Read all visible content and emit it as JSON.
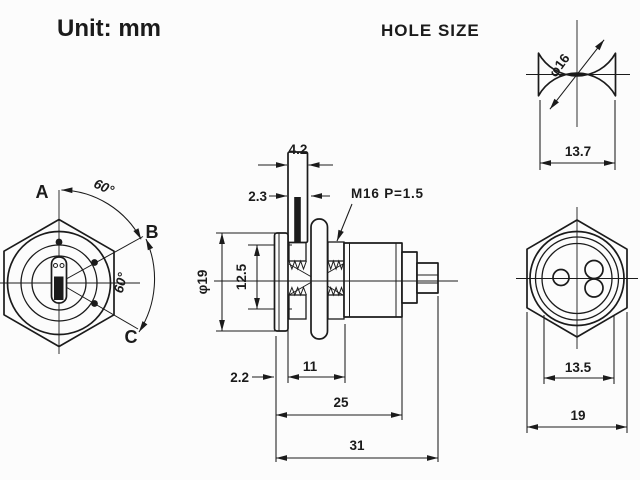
{
  "unit_label": "Unit: mm",
  "hole_size_label": "HOLE SIZE",
  "front_view": {
    "position_a": "A",
    "position_b": "B",
    "position_c": "C",
    "angle_a_b": "60°",
    "angle_b_c": "60°"
  },
  "side_view": {
    "key_width": "4.2",
    "key_thickness": "2.3",
    "thread_spec": "M16 P=1.5",
    "bezel_diameter": "φ19",
    "nut_height": "12.5",
    "bezel_thickness": "2.2",
    "thread_length": "11",
    "body_length": "25",
    "total_length": "31"
  },
  "hole_size_view": {
    "hole_diameter": "φ16",
    "hole_width": "13.7"
  },
  "rear_view": {
    "cap_width": "13.5",
    "hex_width": "19"
  },
  "colors": {
    "line": "#1b1b1b",
    "background": "#fcfcfc"
  }
}
